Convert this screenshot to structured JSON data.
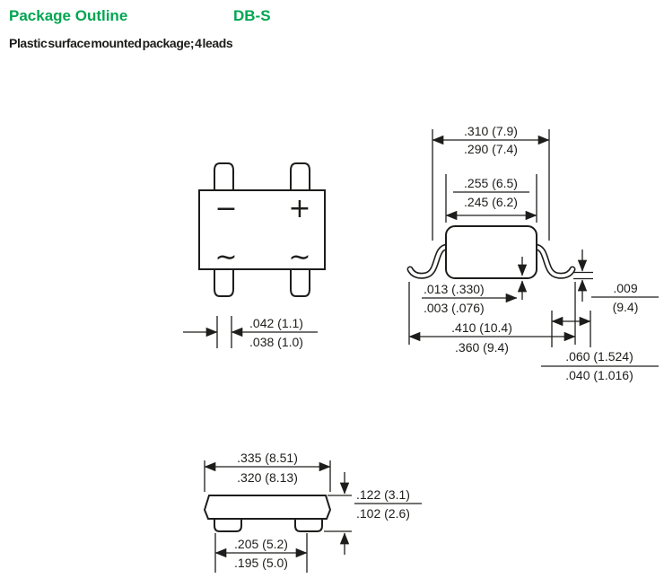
{
  "header": {
    "title": "Package Outline",
    "package": "DB-S",
    "subtitle": "Plastic surface mounted package; 4 leads"
  },
  "colors": {
    "accent": "#00A651",
    "line": "#1D1D1B"
  },
  "drawings": {
    "top": {
      "minus": "−",
      "plus": "+",
      "ac": "∼",
      "lead_width_max": ".042 (1.1)",
      "lead_width_min": ".038 (1.0)"
    },
    "side": {
      "overall_max": ".310 (7.9)",
      "overall_min": ".290 (7.4)",
      "body_max": ".255 (6.5)",
      "body_min": ".245 (6.2)",
      "standoff_max": ".013 (.330)",
      "standoff_min": ".003 (.076)",
      "span_max": ".410 (10.4)",
      "span_min": ".360 (9.4)",
      "lead_thickness_max": ".009",
      "lead_thickness_min": "(9.4)",
      "foot_max": ".060 (1.524)",
      "foot_min": ".040 (1.016)"
    },
    "bottom": {
      "length_max": ".335 (8.51)",
      "length_min": ".320 (8.13)",
      "height_max": ".122 (3.1)",
      "height_min": ".102 (2.6)",
      "foot_span_max": ".205 (5.2)",
      "foot_span_min": ".195 (5.0)"
    }
  }
}
